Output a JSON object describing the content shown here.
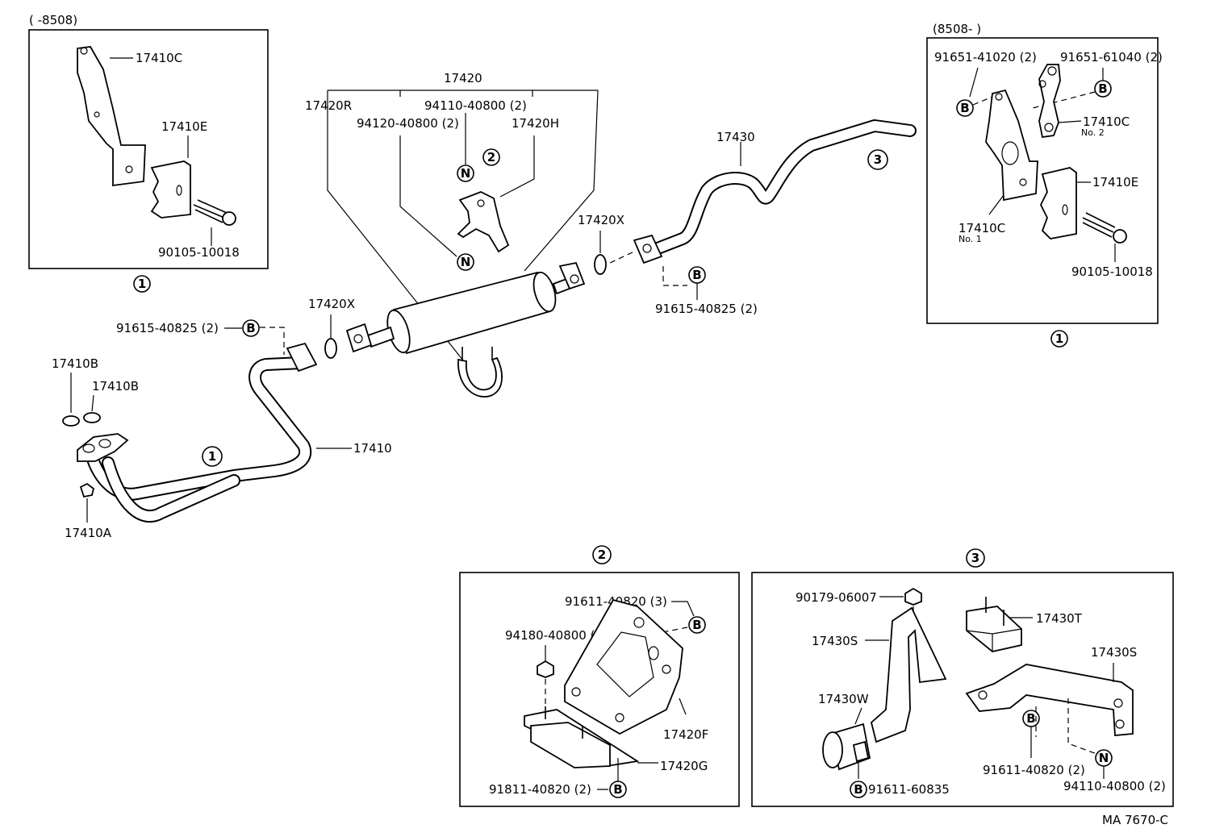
{
  "diagram": {
    "code": "MA 7670-C",
    "circled": {
      "one": "1",
      "two": "2",
      "three": "3",
      "B": "B",
      "N": "N"
    },
    "box_upper_left": {
      "range": "(       -8508)",
      "labels": {
        "bracket": "17410C",
        "support": "17410E",
        "bolt": "90105-10018"
      }
    },
    "box_upper_right": {
      "range": "(8508-        )",
      "labels": {
        "bolt_a": "91651-41020 (2)",
        "bolt_b": "91651-61040 (2)",
        "bracket_no2": "17410C",
        "no2": "No. 2",
        "support": "17410E",
        "bracket_no1": "17410C",
        "no1": "No. 1",
        "bolt": "90105-10018"
      }
    },
    "main": {
      "muffler_assy": "17420",
      "front_clamp": "17420R",
      "nut_a": "94110-40800 (2)",
      "nut_b": "94120-40800 (2)",
      "hanger": "17420H",
      "tail_pipe": "17430",
      "gasket_rear": "17420X",
      "gasket_mid": "17420X",
      "bolt_rear": "91615-40825 (2)",
      "bolt_front": "91615-40825 (2)",
      "gasket_b1": "17410B",
      "gasket_b2": "17410B",
      "front_pipe": "17410",
      "nut_front": "17410A"
    },
    "box_2": {
      "bolt_top": "91611-40820 (3)",
      "nut": "94180-40800 (2)",
      "bracket": "17420F",
      "cushion": "17420G",
      "bolt_bottom": "91811-40820 (2)"
    },
    "box_3": {
      "bolt_top": "90179-06007",
      "bracket_left": "17430S",
      "cushion": "17430T",
      "bracket_right": "17430S",
      "clamp": "17430W",
      "bolt_right": "91611-40820 (2)",
      "nut_right": "94110-40800 (2)",
      "bolt_bottom": "91611-60835"
    }
  }
}
